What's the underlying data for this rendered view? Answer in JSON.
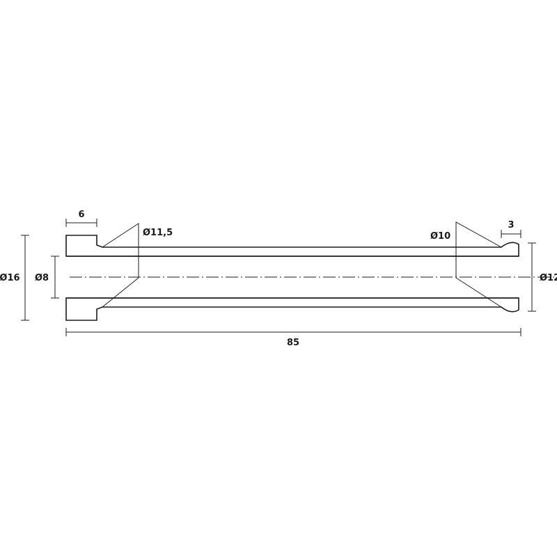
{
  "dimensions": {
    "flange_length": "6",
    "flange_diameter": "Ø16",
    "bore_diameter": "Ø8",
    "cone_left_diameter": "Ø11,5",
    "cone_right_diameter": "Ø10",
    "bead_length": "3",
    "end_diameter": "Ø12",
    "overall_length": "85"
  }
}
